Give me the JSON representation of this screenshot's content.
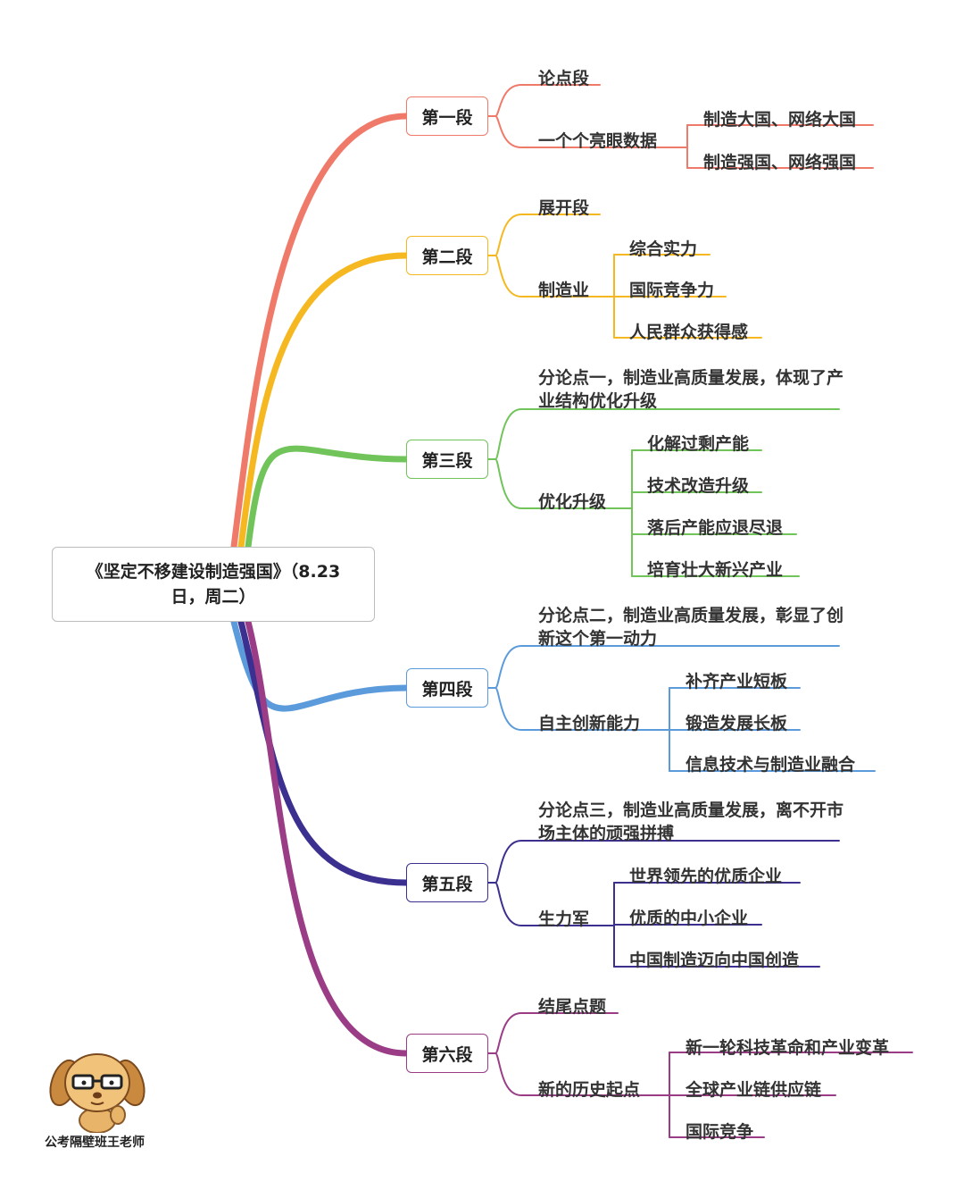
{
  "root": {
    "line1": "《坚定不移建设制造强国》（8.23",
    "line2": "日，周二）"
  },
  "colors": {
    "sec1": "#f07a6a",
    "sec2": "#f5b820",
    "sec3": "#70c45a",
    "sec4": "#5b9bdb",
    "sec5": "#3b2f8f",
    "sec6": "#9a3d86"
  },
  "sections": [
    {
      "label": "第一段",
      "children": [
        {
          "label": "论点段"
        },
        {
          "label": "一个个亮眼数据",
          "children": [
            "制造大国、网络大国",
            "制造强国、网络强国"
          ]
        }
      ]
    },
    {
      "label": "第二段",
      "children": [
        {
          "label": "展开段"
        },
        {
          "label": "制造业",
          "children": [
            "综合实力",
            "国际竞争力",
            "人民群众获得感"
          ]
        }
      ]
    },
    {
      "label": "第三段",
      "children": [
        {
          "label": "分论点一，制造业高质量发展，体现了产业结构优化升级"
        },
        {
          "label": "优化升级",
          "children": [
            "化解过剩产能",
            "技术改造升级",
            "落后产能应退尽退",
            "培育壮大新兴产业"
          ]
        }
      ]
    },
    {
      "label": "第四段",
      "children": [
        {
          "label": "分论点二，制造业高质量发展，彰显了创新这个第一动力"
        },
        {
          "label": "自主创新能力",
          "children": [
            "补齐产业短板",
            "锻造发展长板",
            "信息技术与制造业融合"
          ]
        }
      ]
    },
    {
      "label": "第五段",
      "children": [
        {
          "label": "分论点三，制造业高质量发展，离不开市场主体的顽强拼搏"
        },
        {
          "label": "生力军",
          "children": [
            "世界领先的优质企业",
            "优质的中小企业",
            "中国制造迈向中国创造"
          ]
        }
      ]
    },
    {
      "label": "第六段",
      "children": [
        {
          "label": "结尾点题"
        },
        {
          "label": "新的历史起点",
          "children": [
            "新一轮科技革命和产业变革",
            "全球产业链供应链",
            "国际竞争"
          ]
        }
      ]
    }
  ],
  "credit": "公考隔壁班王老师"
}
